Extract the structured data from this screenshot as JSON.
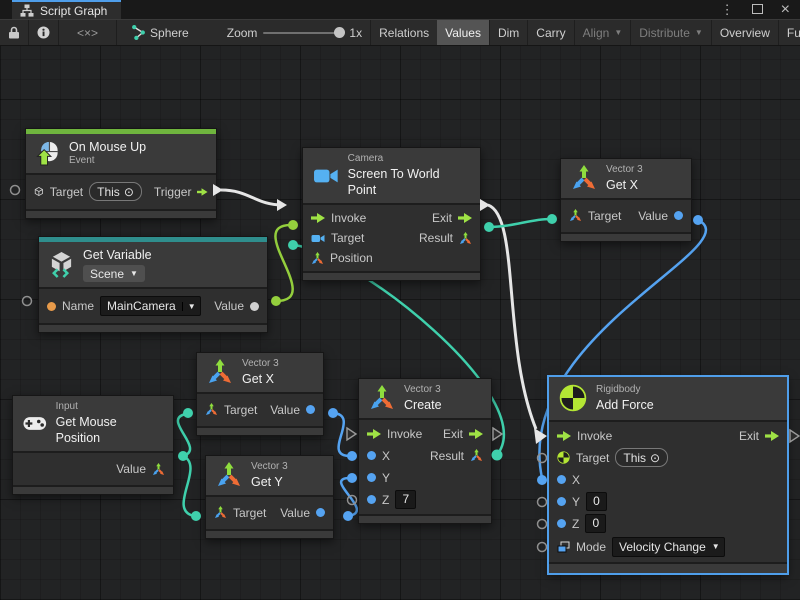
{
  "tab": {
    "title": "Script Graph"
  },
  "window_controls": {
    "menu": "⋮",
    "close": "×"
  },
  "toolbar": {
    "graph_label": "Sphere",
    "zoom_label": "Zoom",
    "zoom_value": "1x",
    "code_icon_label": "<×>",
    "buttons": [
      {
        "label": "Relations"
      },
      {
        "label": "Values"
      },
      {
        "label": "Dim"
      },
      {
        "label": "Carry"
      },
      {
        "label": "Align"
      },
      {
        "label": "Distribute"
      },
      {
        "label": "Overview"
      },
      {
        "label": "Full Screen"
      }
    ]
  },
  "misc": {
    "caret": "▼",
    "this_symbol": "⊙"
  },
  "nodes": {
    "on_mouse_up": {
      "title": "On Mouse Up",
      "subtitle": "Event",
      "target_label": "Target",
      "target_value": "This",
      "trigger_label": "Trigger"
    },
    "get_variable": {
      "title": "Get Variable",
      "scope": "Scene",
      "name_label": "Name",
      "name_value": "MainCamera",
      "value_label": "Value"
    },
    "screen_to_world": {
      "category": "Camera",
      "title": "Screen To World Point",
      "invoke_label": "Invoke",
      "exit_label": "Exit",
      "target_label": "Target",
      "result_label": "Result",
      "position_label": "Position"
    },
    "get_x_right": {
      "category": "Vector 3",
      "title": "Get X",
      "target_label": "Target",
      "value_label": "Value"
    },
    "get_x_mid": {
      "category": "Vector 3",
      "title": "Get X",
      "target_label": "Target",
      "value_label": "Value"
    },
    "get_y": {
      "category": "Vector 3",
      "title": "Get Y",
      "target_label": "Target",
      "value_label": "Value"
    },
    "get_mouse_position": {
      "category": "Input",
      "title": "Get Mouse Position",
      "value_label": "Value"
    },
    "vector3_create": {
      "category": "Vector 3",
      "title": "Create",
      "invoke_label": "Invoke",
      "exit_label": "Exit",
      "x_label": "X",
      "y_label": "Y",
      "z_label": "Z",
      "z_value": "7",
      "result_label": "Result"
    },
    "add_force": {
      "category": "Rigidbody",
      "title": "Add Force",
      "invoke_label": "Invoke",
      "exit_label": "Exit",
      "target_label": "Target",
      "target_value": "This",
      "x_label": "X",
      "y_label": "Y",
      "y_value": "0",
      "z_label": "Z",
      "z_value": "0",
      "mode_label": "Mode",
      "mode_value": "Velocity Change"
    }
  },
  "colors": {
    "exec_green": "#9fe245",
    "event_green": "#6fb53e",
    "variable_teal": "#2f8e8d",
    "wire_green": "#94cf3d",
    "wire_teal": "#3fd0ac",
    "wire_blue": "#55a3f1",
    "wire_white": "#e6e6e6",
    "port_orange": "#e79a4a",
    "selection_blue": "#4f9eea",
    "camera_blue": "#55b1f2",
    "vec_green": "#8fdd3e",
    "vec_blue": "#4aa3f0",
    "vec_orange": "#ef6c35",
    "rb_lime": "#b4e634"
  }
}
